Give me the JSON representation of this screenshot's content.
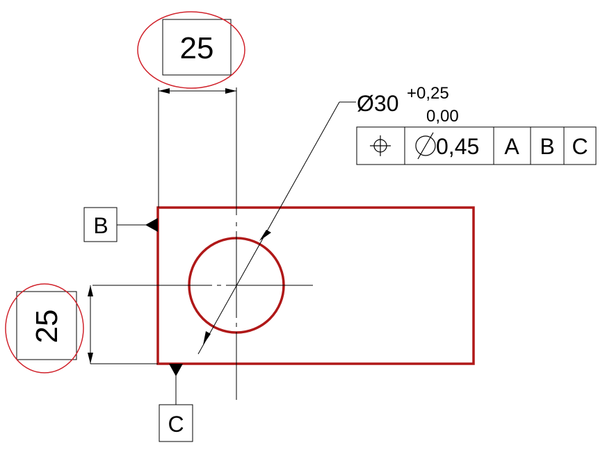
{
  "basic_dims": {
    "horizontal": "25",
    "vertical": "25"
  },
  "hole_callout": {
    "diameter": "Ø30",
    "tol_upper": "+0,25",
    "tol_lower": "0,00"
  },
  "feature_control_frame": {
    "symbol": "position-icon",
    "tolerance": "0,45",
    "datums": [
      "A",
      "B",
      "C"
    ]
  },
  "datum_labels": {
    "left": "B",
    "bottom": "C"
  },
  "colors": {
    "part_outline": "#b01818",
    "highlight": "#d0212a",
    "lines": "#000000"
  }
}
